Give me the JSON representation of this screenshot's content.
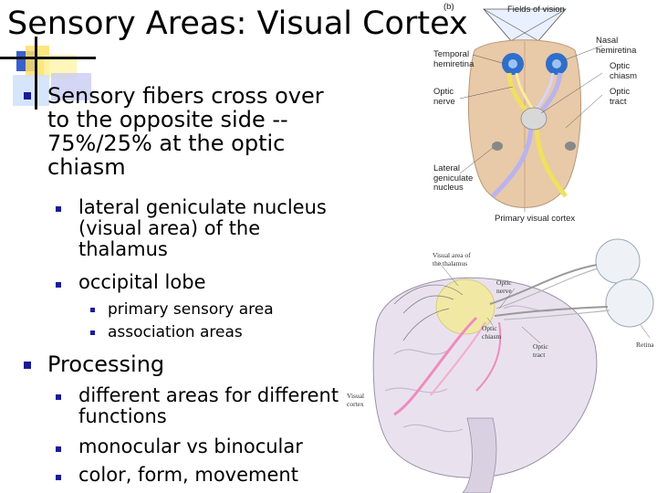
{
  "slide": {
    "title": "Sensory Areas: Visual Cortex",
    "bullets": {
      "b1": "Sensory fibers cross over to the opposite side -- 75%/25% at the optic chiasm",
      "b1_1": "lateral geniculate nucleus (visual area) of the thalamus",
      "b1_2": "occipital lobe",
      "b1_2_1": "primary sensory area",
      "b1_2_2": "association areas",
      "b2": "Processing",
      "b2_1": "different areas for different functions",
      "b2_2": "monocular vs binocular",
      "b2_3": "color, form, movement"
    }
  },
  "diagram_top": {
    "panel_label": "(b)",
    "fields_of_vision": "Fields of vision",
    "temporal_hemiretina": "Temporal hemiretina",
    "nasal_hemiretina": "Nasal hemiretina",
    "optic_nerve": "Optic nerve",
    "optic_chiasm": "Optic chiasm",
    "optic_tract": "Optic tract",
    "lateral_geniculate": "Lateral geniculate nucleus",
    "primary_visual_cortex": "Primary visual cortex"
  },
  "diagram_bottom": {
    "visual_area_thalamus": "Visual area of the thalamus",
    "optic_nerve": "Optic nerve",
    "optic_chiasm": "Optic chiasm",
    "optic_tract": "Optic tract",
    "retina": "Retina",
    "visual_cortex": "Visual cortex"
  },
  "colors": {
    "bullet": "#1a1a9a",
    "deco_blue": "#3366cc",
    "deco_yellow": "#ffd42a",
    "brain_tan": "#e8c9a8",
    "eye_blue": "#2f6fc9",
    "pathway_pink": "#f08ac0",
    "pathway_yellow": "#f0e060"
  }
}
